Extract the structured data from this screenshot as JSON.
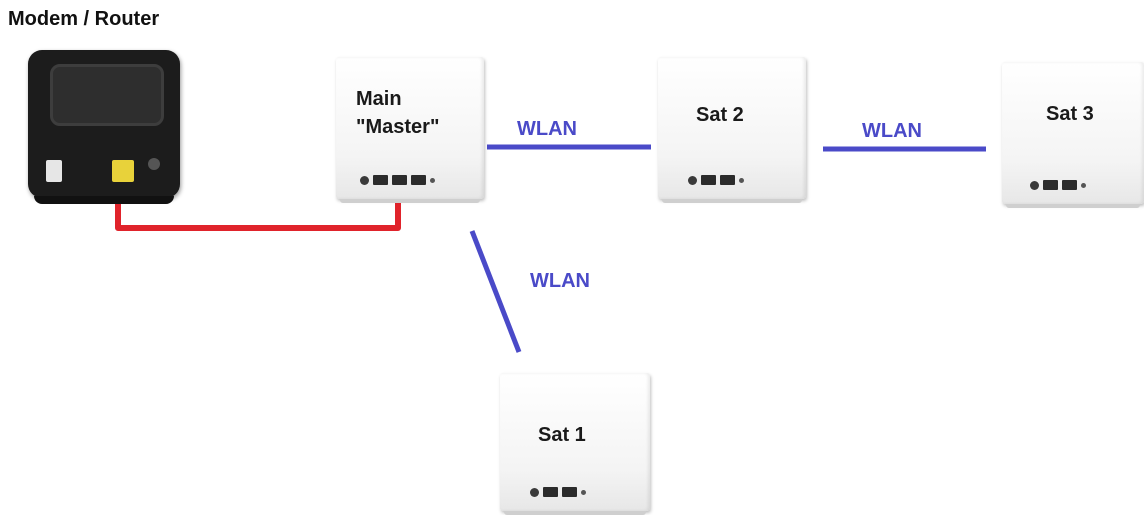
{
  "title": "Modem / Router",
  "colors": {
    "wired": "#e0232b",
    "wireless": "#4a4ac8"
  },
  "nodes": {
    "main": {
      "label": "Main\n\"Master\""
    },
    "sat1": {
      "label": "Sat 1"
    },
    "sat2": {
      "label": "Sat 2"
    },
    "sat3": {
      "label": "Sat 3"
    }
  },
  "links": {
    "main_sat2": "WLAN",
    "sat2_sat3": "WLAN",
    "main_sat1": "WLAN"
  }
}
